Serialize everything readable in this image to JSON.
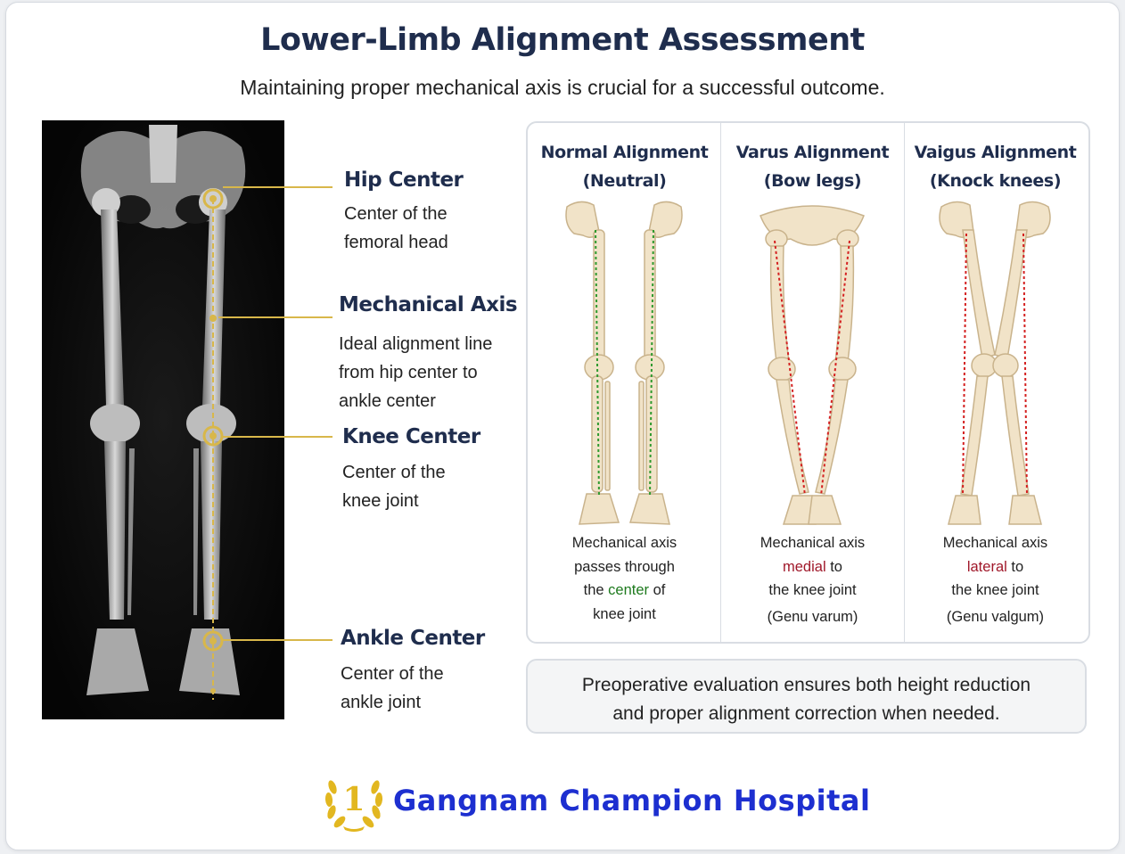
{
  "header": {
    "title": "Lower-Limb Alignment Assessment",
    "subtitle": "Maintaining proper mechanical axis is crucial for a successful outcome."
  },
  "landmarks": [
    {
      "title": "Hip Center",
      "desc": [
        "Center of the",
        "femoral head"
      ]
    },
    {
      "title": "Mechanical Axis",
      "desc": [
        "Ideal alignment line",
        "from hip center to",
        "ankle center"
      ]
    },
    {
      "title": "Knee Center",
      "desc": [
        "Center of the",
        "knee joint"
      ]
    },
    {
      "title": "Ankle Center",
      "desc": [
        "Center of the",
        "ankle joint"
      ]
    }
  ],
  "alignment_types": [
    {
      "title": [
        "Normal Alignment",
        "(Neutral)"
      ],
      "desc": {
        "l1": "Mechanical axis",
        "l2": "passes through",
        "l3a": "the ",
        "l3b": "center",
        "l3c": " of",
        "l4": "knee joint"
      },
      "note": ""
    },
    {
      "title": [
        "Varus Alignment",
        "(Bow legs)"
      ],
      "desc": {
        "l1": "Mechanical axis",
        "l2a": "medial",
        "l2b": " to",
        "l3": "the knee joint"
      },
      "note": "(Genu varum)"
    },
    {
      "title": [
        "Vaigus Alignment",
        "(Knock knees)"
      ],
      "desc": {
        "l1": "Mechanical axis",
        "l2a": "lateral",
        "l2b": " to",
        "l3": "the knee joint"
      },
      "note": "(Genu valgum)"
    }
  ],
  "footer_note": [
    "Preoperative evaluation ensures both height reduction",
    "and proper alignment correction when needed."
  ],
  "brand": {
    "logo_digit": "1",
    "name": "Gangnam Champion Hospital"
  },
  "colors": {
    "title": "#1f2d4d",
    "axis_gold": "#d8b74a",
    "normal_axis": "#2e9a2e",
    "deformity_axis": "#d42020",
    "brand_blue": "#1d2fd0",
    "bone": "#f1e3c8"
  },
  "icons": {
    "logo": "laurel-wreath-icon"
  }
}
